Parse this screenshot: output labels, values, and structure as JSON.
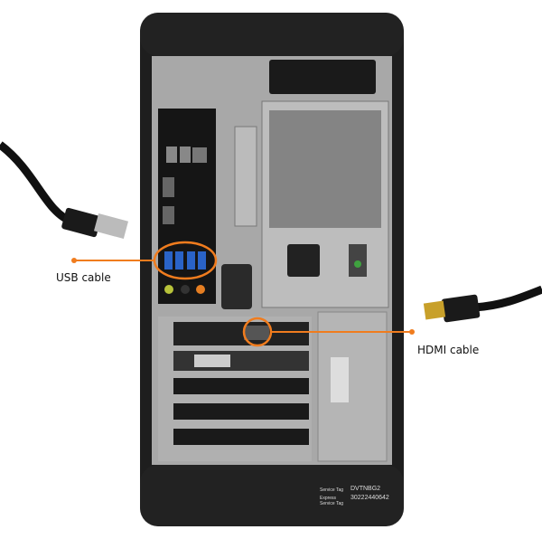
{
  "labels": {
    "usb": "USB cable",
    "hdmi": "HDMI cable"
  },
  "service_tag": {
    "tag": "DVTNBG2",
    "code": "30222440642",
    "tag_label": "Service Tag",
    "code_label": "Express Service Tag"
  },
  "colors": {
    "callout": "#f07c1e",
    "case": "#1e1e1e",
    "panel": "#a9a9a9",
    "usb_port": "#2a63c7"
  }
}
